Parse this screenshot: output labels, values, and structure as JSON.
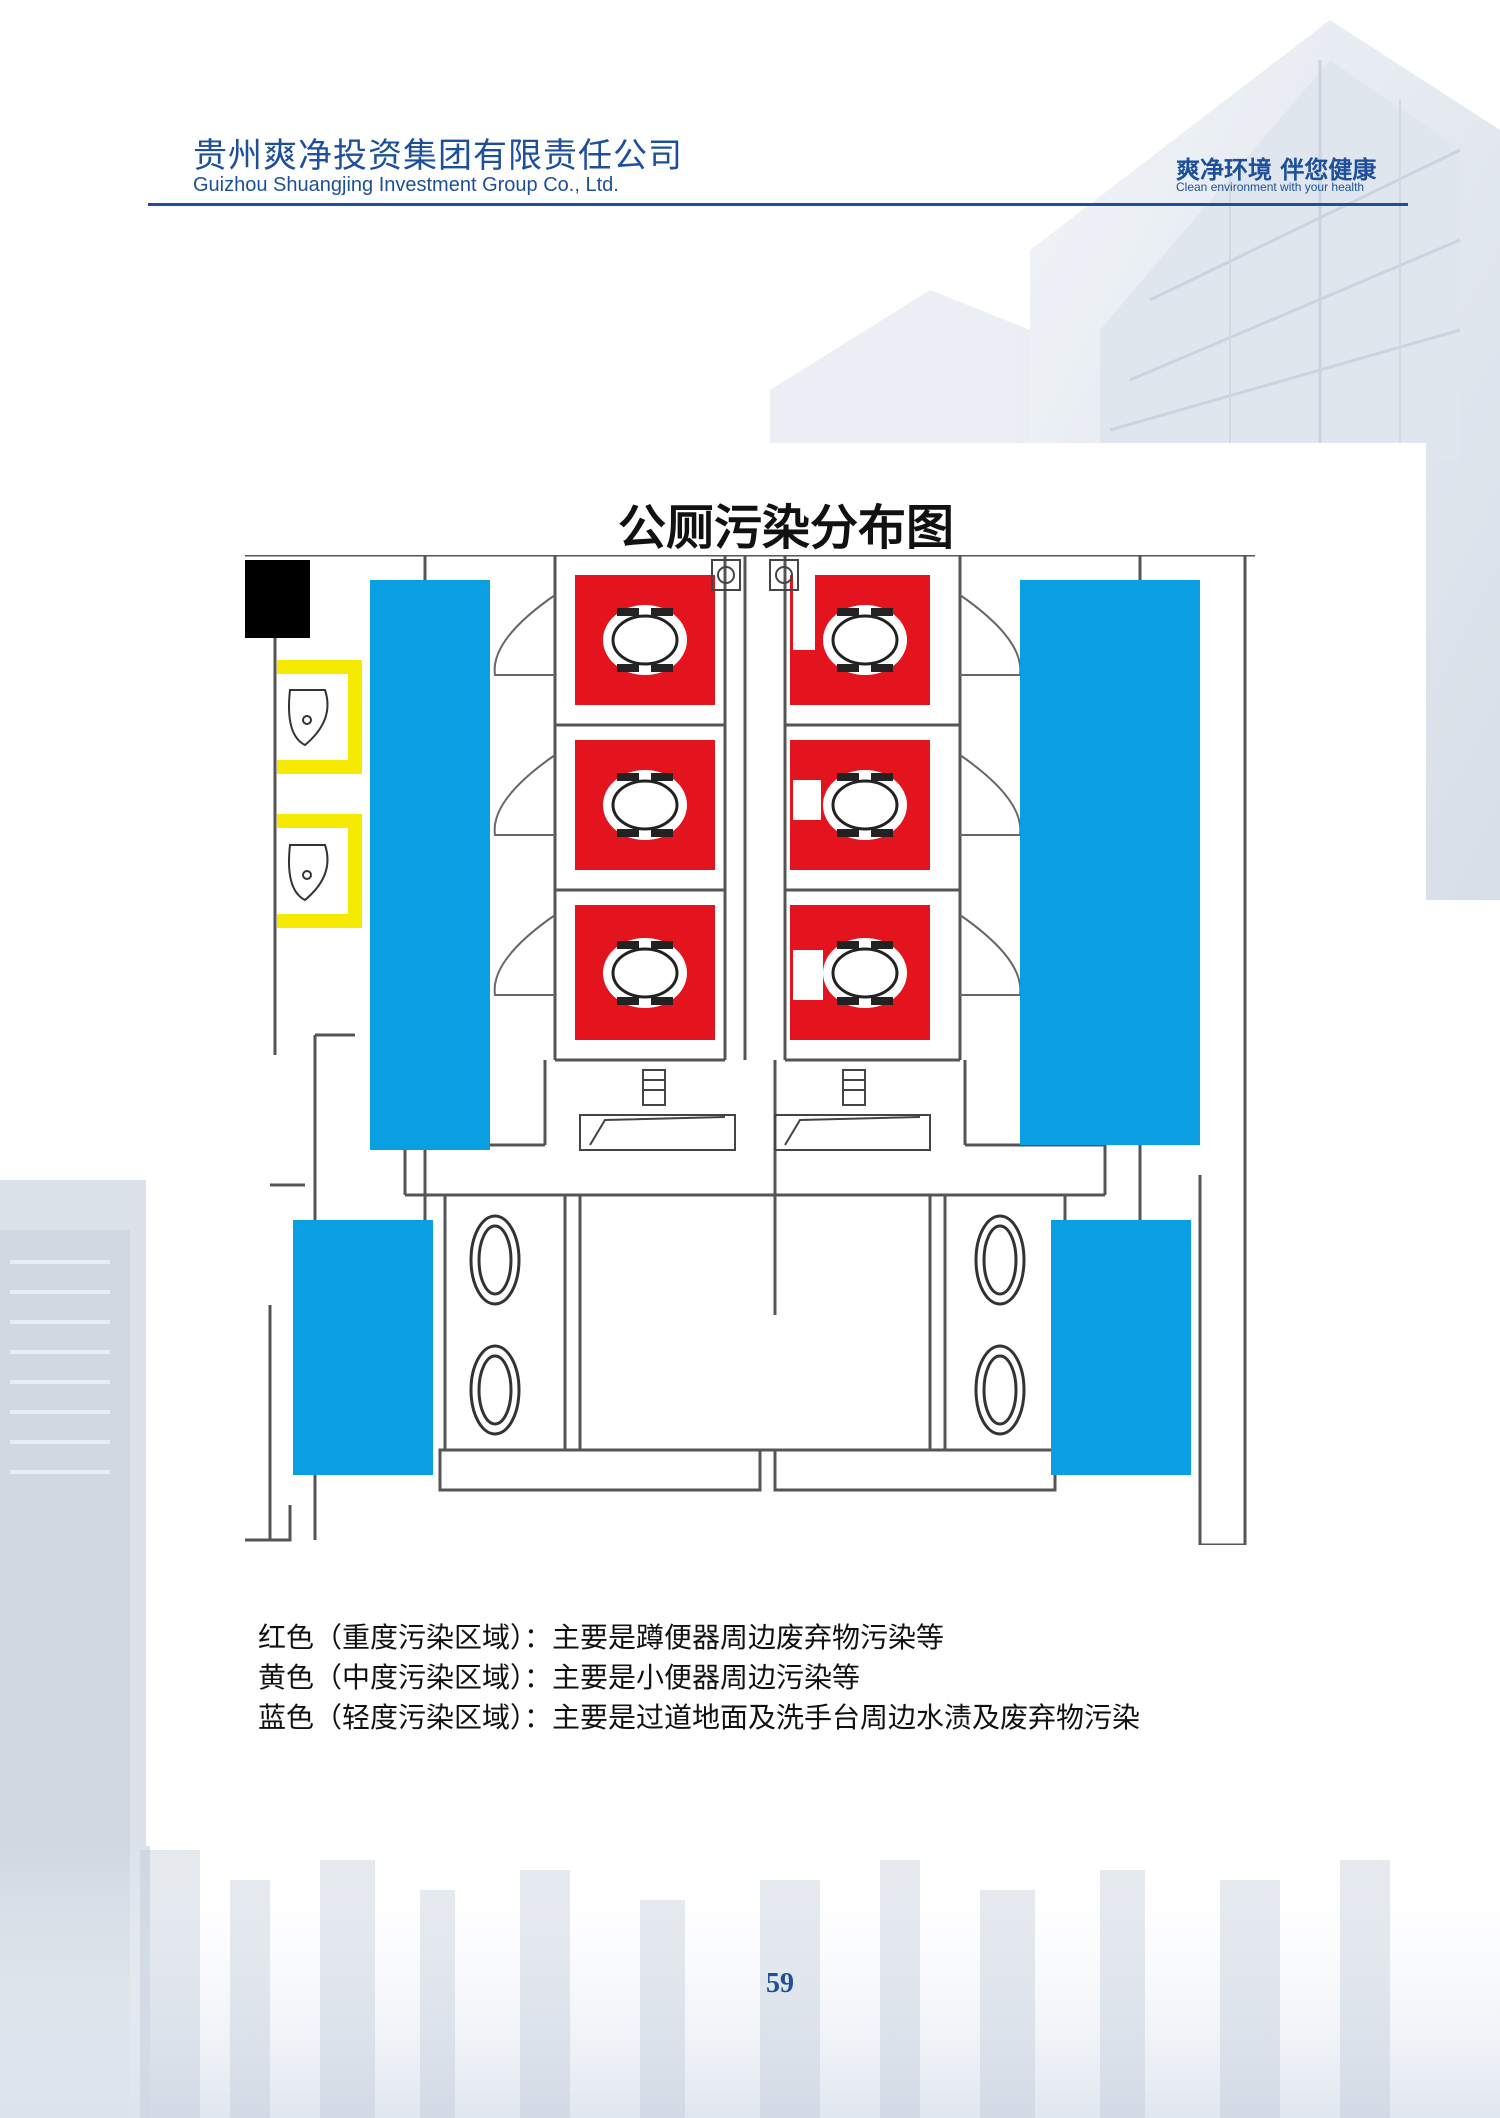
{
  "header": {
    "company_name_cn": "贵州爽净投资集团有限责任公司",
    "company_name_en": "Guizhou Shuangjing Investment Group Co., Ltd.",
    "slogan_cn": "爽净环境 伴您健康",
    "slogan_en": "Clean environment with your health"
  },
  "figure": {
    "title": "公厕污染分布图"
  },
  "legend": [
    "红色（重度污染区域）：主要是蹲便器周边废弃物污染等",
    "黄色（中度污染区域）：主要是小便器周边污染等",
    "蓝色（轻度污染区域）：主要是过道地面及洗手台周边水渍及废弃物污染"
  ],
  "colors": {
    "brand_blue": "#1d4f9a",
    "heavy_red": "#e3141e",
    "medium_yellow": "#f6ea00",
    "light_blue": "#0a9ee2"
  },
  "footer": {
    "page_number": "59"
  }
}
